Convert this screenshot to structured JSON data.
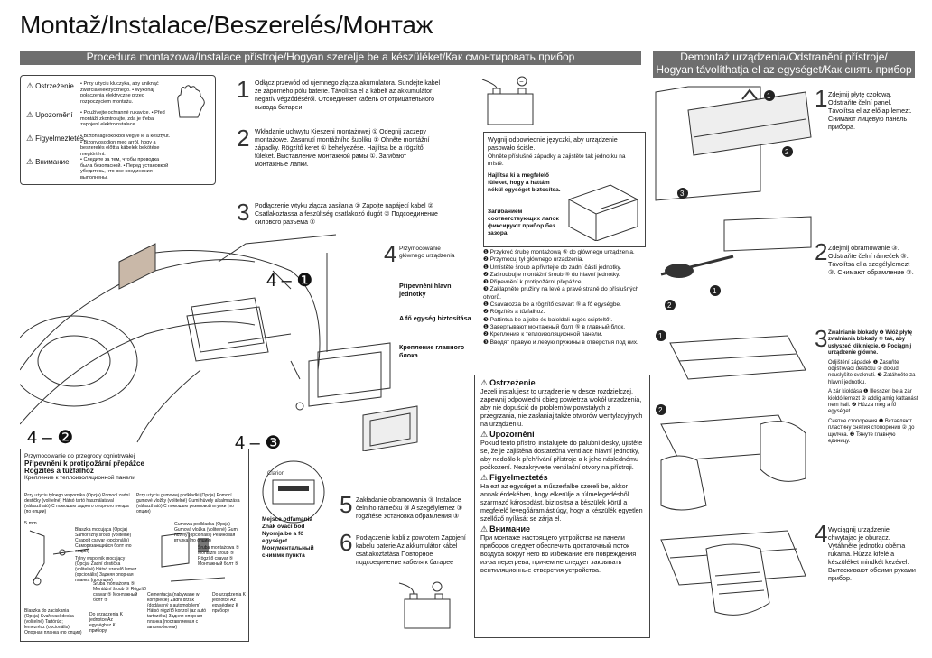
{
  "title": "Montaž/Instalace/Beszerelés/Монтаж",
  "bars": {
    "install": "Procedura montażowa/Instalace přístroje/Hogyan szerelje be a készüléket/Как смонтировать прибор",
    "remove_line1": "Demontaż urządzenia/Odstranění přístroje/",
    "remove_line2": "Hogyan távolíthatja el az egységet/Как снять прибор"
  },
  "warnings": [
    {
      "head": "Ostrzeżenie",
      "text": "• Przy użyciu kluczyka, aby uniknąć zwarcia elektrycznego. • Wykonaj połączenia elektryczne przed rozpoczęciem montażu."
    },
    {
      "head": "Upozornění",
      "text": "• Používejte ochranné rukavice. • Před montáží zkontrolujte, zda je třeba zapojení elektroinstalace."
    },
    {
      "head": "Figyelmeztetés",
      "text": "• Biztonsági okokból vegye le a kesztyűt. • Bizonyosodjon meg arról, hogy a beszerelés előtt a kábelek bekötése megtörtént."
    },
    {
      "head": "Внимание",
      "text": "• Следите за тем, чтобы проводка была безопасной. • Перед установкой убедитесь, что все соединения выполнены."
    }
  ],
  "steps": {
    "s1": "Odłącz przewód od ujemnego złącza akumulatora. Sundejte kabel ze záporného pólu baterie. Távolítsa el a kábelt az akkumulátor negatív végződéséről. Отсоединяет кабель от отрицательного вывода батареи.",
    "s2": "Wkładanie uchwytu Kieszeni montażowej ① Odegnij zaczepy montażowe. Zasunutí montážního šuplíku ① Ohněte montážní západky. Rögzítő keret ① behelyezése. Hajlítsa be a rögzítő füleket. Выставление монтажной рамы ①. Загибают монтажные лапки.",
    "s3": "Podłączenie wtyku złącza zasilania ② Zapojte napájecí kabel ② Csatlakoztassa a feszültség csatlakozó dugót ② Подсоединение силового разъема ②",
    "s4_label": "Przymocowanie głównego urządzenia",
    "s4_cz": "Připevnění hlavní jednotky",
    "s4_hu": "A fő egység biztosítása",
    "s4_ru": "Крепление главного блока",
    "s5": "Zakładanie obramowania ③ Instalace čelního rámečku ③ A szegélylemez ③ rögzítése Установка обрамления ③",
    "s6": "Podłączenie kabli z powrotem Zapojení kabelu baterie Az akkumulátor kábel csatlakoztatása Повторное подсоединение кабеля к батарее",
    "s4_1": "4 – ❶",
    "s4_2": "4 – ❷",
    "s4_3": "4 – ❸",
    "screw_note": "Mejsce odfamania Znak ovací bod Nyomja be a fő egységet Монументальный сниммк пункта"
  },
  "bend_box": {
    "text": "Wygnij odpowiednie języczki, aby urządzenie pasowało ściśle.",
    "cz": "Ohněte příslušné západky a zajistěte tak jednotku na místě.",
    "hu": "Hajlítsa ki a megfelelő füleket, hogy a háttám nékül egységet biztosítsa.",
    "ru": "Загибанием соответствующих лапок фиксируют прибор без зазора."
  },
  "numbered_list": [
    "❶ Przykręć śrubę montażową ⑤ do głównego urządzenia.",
    "❷ Przymocuj tył głównego urządzenia.",
    "❶ Umístěte šroub a přivrtejte do zadní části jednotky.",
    "❷ Zašroubujte montážní šroub ⑤ do hlavní jednotky.",
    "❸ Připevnění k protipožární přepážce.",
    "❸ Zaklapněte pružiny na levé a pravé straně do příslušných otvorů.",
    "❶ Csavarozza be a rögzítő csavart ⑤ a fő egységbe.",
    "❷ Rögzítés a tűzfalhoz.",
    "❸ Pattintsa be a jobb és baloldali rugós csipteltőt.",
    "❶ Завертывают монтажный болт ⑤ в главный блок.",
    "❷ Крепление к теплоизоляционной панели.",
    "❸ Вводят правую и левую пружины в отверстия под них."
  ],
  "caution": {
    "h1": "Ostrzeżenie",
    "t1": "Jeżeli instalujesz to urządzenie w desce rozdzielczej, zapewnij odpowiedni obieg powietrza wokół urządzenia, aby nie dopuścić do problemów powstałych z przegrzania, nie zasłaniaj także otworów wentylacyjnych na urządzeniu.",
    "h2": "Upozornění",
    "t2": "Pokud tento přístroj instalujete do palubní desky, ujistěte se, že je zajištěna dostatečná ventilace hlavní jednotky, aby nedošlo k přehřívání přístroje a k jeho následnému poškození. Nezakrývejte ventilační otvory na přístroji.",
    "h3": "Figyelmeztetés",
    "t3": "Ha ezt az egységet a műszerfalbe szereli be, akkor annak érdekében, hogy elkerülje a túlmelegedésből származó károsodást, biztosítsa a készülék körül a megfelelő levegőáramlást úgy, hogy a készülék egyetlen szellőző nyílását se zárja el.",
    "h4": "Внимание",
    "t4": "При монтаже настоящего устройства на панели приборов следует обеспечить достаточный поток воздуха вокруг него во избежание его повреждения из-за перегрева, причем не следует закрывать вентиляционные отверстия устройства."
  },
  "bottom_box": {
    "title1": "Przymocowanie do przegrody ogniotrwałej",
    "title2": "Připevnění k protipožární přepážce",
    "title3": "Rögzítés a tűzfalhoz",
    "title4": "Крепление к теплоизоляционной панели",
    "col1": "Przy użyciu tylnego wspornika (Opcja) Pomocí zadní destičky (volitelné) Hátsó tartó használatával (választható) С помощью заднего опорного гнезда (по опции)",
    "col2": "Przy użyciu gumowej podkładki (Opcja) Pomocí gumové vložky (volitelné) Gumi hüvely alkalmazása (választható) С помощью резиновой втулки (по опции)",
    "m5": "5 mm",
    "l1": "Blaszka mocująca (Opcja) Samořezný šroub (volitelné) Csapolt csavar (opcionális) Саморезающийся болт (по опции)",
    "l2": "Tylny wspornik mocujący (Opcja) Zadní destička (volitelné) Hátsó szerelő lemez (opcionális) Задняя опорная планка (по опции)",
    "l3": "Śruba montażowa ⑤ Montážní šroub ⑤ Rögzítő csavar ⑤ Монтажный болт ⑤",
    "l4": "Gumowa podkładka (Opcja) Gumová vložka (volitelné) Gumi hüvely (opcionális) Резиновая втулка (по опции)",
    "l5": "Śruba montażowa ⑤ Montážní šroub ⑤ Rögzítő csavar ⑤ Монтажный болт ⑤",
    "l6": "Blaszka do zaciskania (Opcja) Svařovací deska (volitelné) Tartórúd; lemezrész (opcionális) Опорная планка (по опции)",
    "l7": "Do urządzenia K jednotce Az egységhez К прибору",
    "l8": "Cementacja (nabywane w komplecie) Zadní držák (dodávaný s automobilem) Hátsó rögzítő konzol (az autó tartozéka) Задняя опорная планка (поставляемая с автомобилем)",
    "l9": "Do urządzenia K jednotce Az egységhez К прибору"
  },
  "removal": {
    "r1": "Zdejmij płytę czołową. Odstraňte čelní panel. Távolítsa el az előlap lemezt. Снимают лицевую панель прибора.",
    "r2": "Zdejmij obramowanie ③. Odstraňte čelní rámeček ③. Távolítsa el a szegélylemezt ③. Снимают обрамление ③.",
    "r3_1": "Zwalnianie blokady ❶ Włóż płytę zwalniania blokady ② tak, aby usłyszeć klik nięcie. ❷ Pociągnij urządzenie główne.",
    "r3_2": "Odjištění západek ❶ Zasuňte odjišťovací destičku ② dokud neuslyšíte cvaknutí. ❷ Zatáhněte za hlavní jednotku.",
    "r3_3": "A zár kioldása ❶ Illesszen be a zár kioldó lemezt ② addig amíg kattanást nem hall. ❷ Húzza meg a fő egységet.",
    "r3_4": "Снятие стопорения ❶ Вставляют пластину снятия стопорения ② до щелчка. ❷ Тянуте главную единицу.",
    "r4": "Wyciągnij urządzenie chwytając je oburącz. Vytáhněte jednotku oběma rukama. Húzza kifelé a készüléket mindkét kezével. Вытаскивают обеими руками прибор."
  },
  "stepnums": [
    "1",
    "2",
    "3",
    "4",
    "5",
    "6"
  ],
  "rnums": [
    "1",
    "2",
    "3",
    "4"
  ]
}
